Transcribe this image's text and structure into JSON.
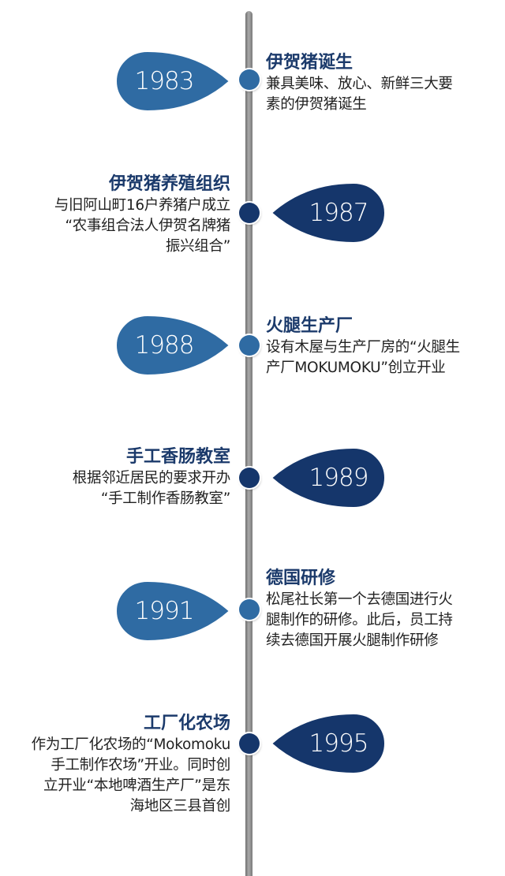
{
  "colors": {
    "light_blue": "#2f6ba3",
    "navy": "#15366b",
    "title_color": "#1b3a6b",
    "line_gray": "#8c8c8c"
  },
  "events": [
    {
      "year": "1983",
      "title": "伊贺猪诞生",
      "lines": [
        "兼具美味、放心、新鲜三大要",
        "素的伊贺猪诞生"
      ],
      "side": "right-text"
    },
    {
      "year": "1987",
      "title": "伊贺猪养殖组织",
      "lines": [
        "与旧阿山町16户养猪户成立",
        "“农事组合法人伊贺名牌猪",
        "振兴组合”"
      ],
      "side": "left-text"
    },
    {
      "year": "1988",
      "title": "火腿生产厂",
      "lines": [
        "设有木屋与生产厂房的“火腿生",
        "产厂MOKUMOKU”创立开业"
      ],
      "side": "right-text"
    },
    {
      "year": "1989",
      "title": "手工香肠教室",
      "lines": [
        "根据邻近居民的要求开办",
        "“手工制作香肠教室”"
      ],
      "side": "left-text"
    },
    {
      "year": "1991",
      "title": "德国研修",
      "lines": [
        "松尾社长第一个去德国进行火",
        "腿制作的研修。此后，员工持",
        "续去德国开展火腿制作研修"
      ],
      "side": "right-text"
    },
    {
      "year": "1995",
      "title": "工厂化农场",
      "lines": [
        "作为工厂化农场的“Mokomoku",
        "手工制作农场”开业。同时创",
        "立开业“本地啤酒生产厂”是东",
        "海地区三县首创"
      ],
      "side": "left-text"
    }
  ]
}
